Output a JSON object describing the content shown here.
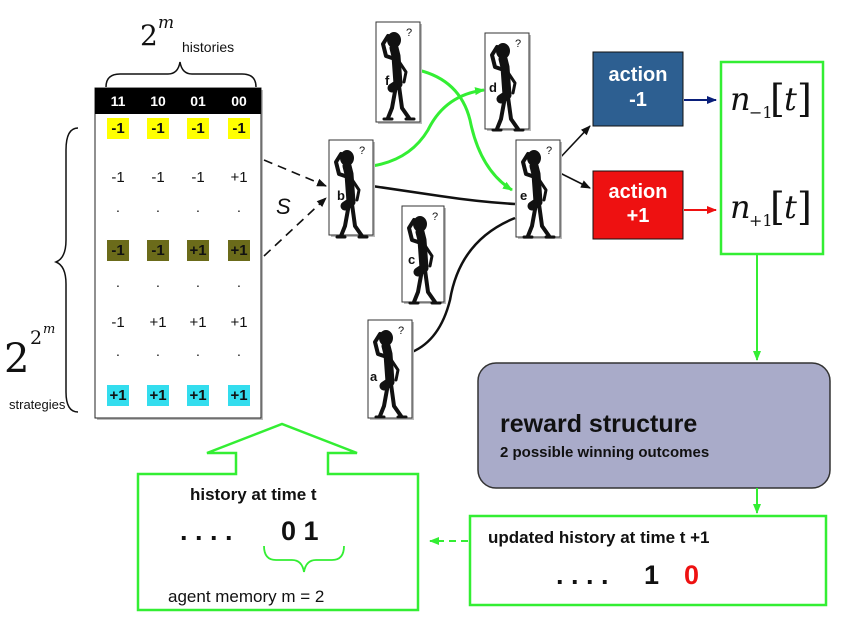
{
  "histories": {
    "power_base": "2",
    "power_exp": "m",
    "label": "histories",
    "columns": [
      "11",
      "10",
      "01",
      "00"
    ]
  },
  "strategies": {
    "power_base": "2",
    "power_exp_base": "2",
    "power_exp_exp": "m",
    "label": "strategies",
    "rows": [
      {
        "cells": [
          "-1",
          "-1",
          "-1",
          "-1"
        ],
        "highlight": "#ffff00"
      },
      {
        "cells": [
          "-1",
          "-1",
          "-1",
          "+1"
        ],
        "highlight": ""
      },
      {
        "cells": [
          "-1",
          "-1",
          "+1",
          "+1"
        ],
        "highlight": "#6b6b1a"
      },
      {
        "cells": [
          "-1",
          "+1",
          "+1",
          "+1"
        ],
        "highlight": ""
      },
      {
        "cells": [
          "+1",
          "+1",
          "+1",
          "+1"
        ],
        "highlight": "#33ddee"
      }
    ],
    "dot": "."
  },
  "s_label": "S",
  "agents": [
    "f",
    "d",
    "b",
    "e",
    "c",
    "a"
  ],
  "actions": {
    "minus": {
      "line1": "action",
      "line2": "-1",
      "color": "#2d5f91"
    },
    "plus": {
      "line1": "action",
      "line2": "+1",
      "color": "#ee1111"
    }
  },
  "counts": {
    "n_symbol": "n",
    "minus_sub": "−1",
    "plus_sub": "+1",
    "t_expr": "t"
  },
  "reward": {
    "title": "reward structure",
    "subtitle": "2 possible winning outcomes"
  },
  "history_t": {
    "title": "history at  time t",
    "dots": ". . . .",
    "bits": "0 1",
    "memory": "agent  memory  m = 2"
  },
  "history_t1": {
    "title": "updated history at  time t +1",
    "dots": ". . . .",
    "bit_black": "1",
    "bit_red": "0"
  },
  "colors": {
    "green": "#33ee33",
    "dark_green": "#22aa22",
    "red": "#ee1111",
    "blue": "#2d5f91",
    "navy": "#0a1f7a",
    "reward_fill": "#a9abc9"
  }
}
